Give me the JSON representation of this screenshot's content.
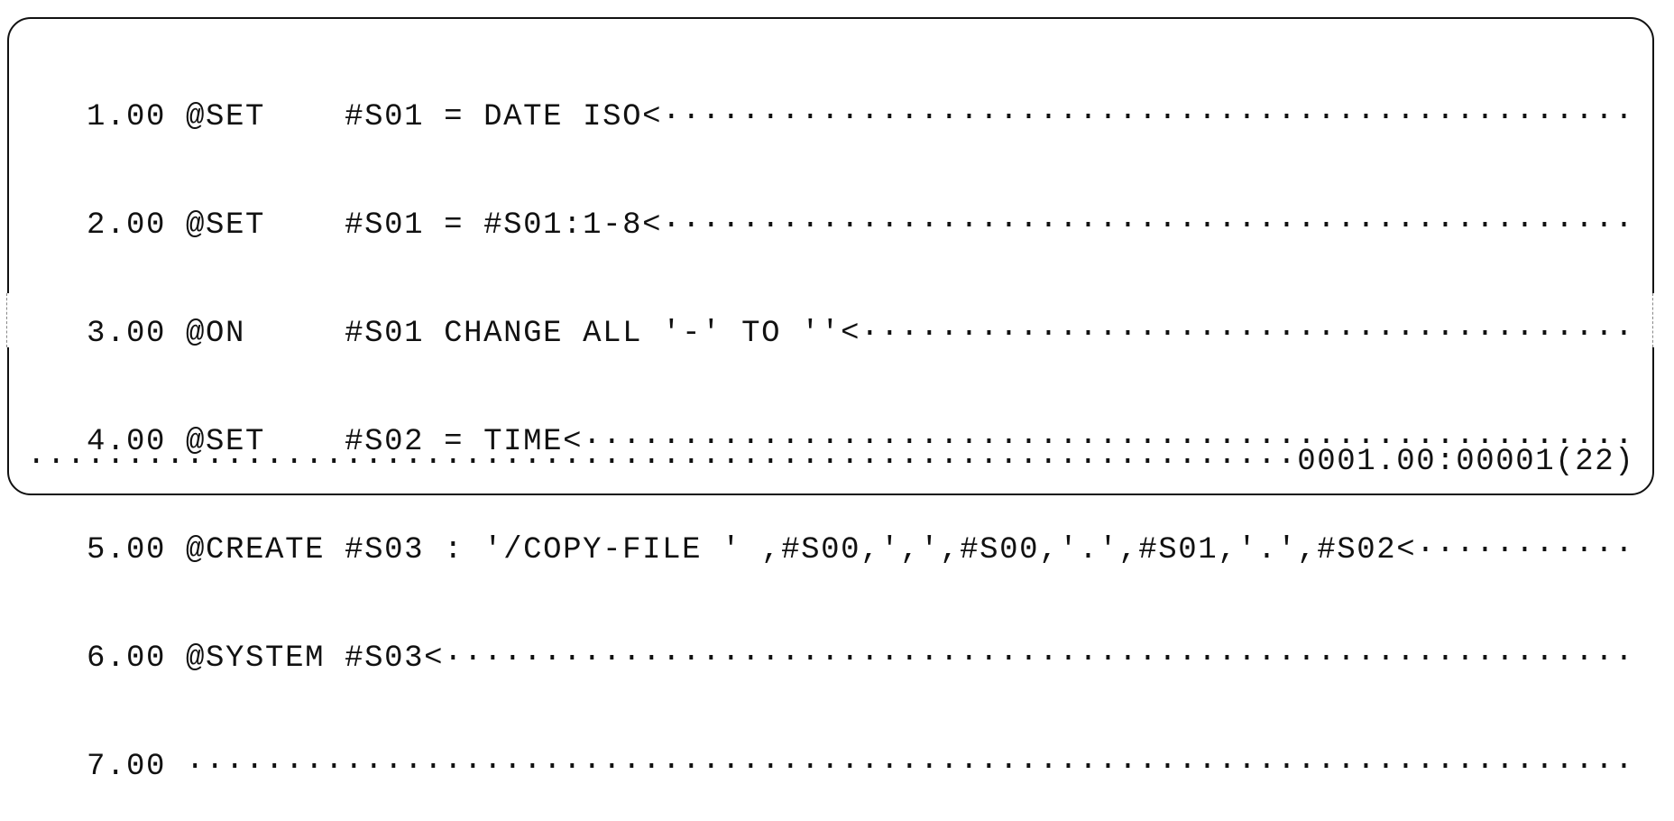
{
  "editor": {
    "lines": [
      {
        "number": "1.00",
        "text": "@SET    #S01 = DATE ISO<"
      },
      {
        "number": "2.00",
        "text": "@SET    #S01 = #S01:1-8<"
      },
      {
        "number": "3.00",
        "text": "@ON     #S01 CHANGE ALL '-' TO ''<"
      },
      {
        "number": "4.00",
        "text": "@SET    #S02 = TIME<"
      },
      {
        "number": "5.00",
        "text": "@CREATE #S03 : '/COPY-FILE ' ,#S00,',',#S00,'.',#S01,'.',#S02<"
      },
      {
        "number": "6.00",
        "text": "@SYSTEM #S03<"
      },
      {
        "number": "7.00",
        "text": ""
      }
    ],
    "status": "0001.00:00001(22)"
  }
}
